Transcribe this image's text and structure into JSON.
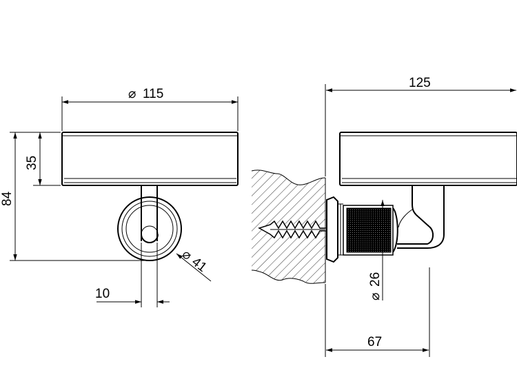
{
  "front_view": {
    "dims": {
      "diameter_width": "115",
      "height_total": "84",
      "height_dish": "35",
      "diameter_rosette": "41",
      "stem_width": "10"
    },
    "diameter_symbol": "⌀"
  },
  "side_view": {
    "dims": {
      "depth_total": "125",
      "diameter_thread": "26",
      "projection": "67"
    },
    "diameter_symbol": "⌀"
  }
}
